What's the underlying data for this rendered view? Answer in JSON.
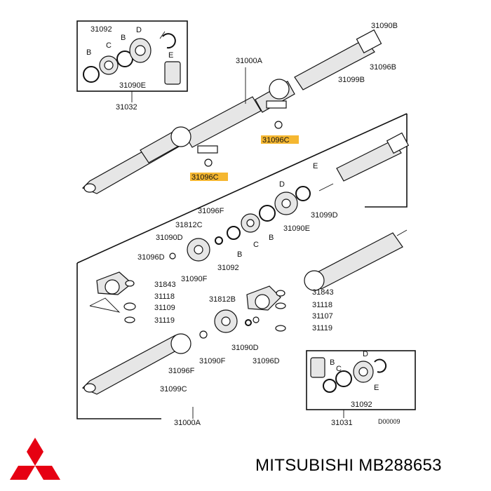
{
  "brand_color": "#e60012",
  "highlight_color": "#f5b731",
  "caption": "MITSUBISHI MB288653",
  "diagram_code": "D00009",
  "labels": {
    "p31092_tl": "31092",
    "p31090b_tr": "31090B",
    "p31096b": "31096B",
    "p31099b": "31099B",
    "p31000a_top": "31000A",
    "p31090e_tl": "31090E",
    "p31032": "31032",
    "p31096c_a": "31096C",
    "p31096c_b": "31096C",
    "p31096f_mid": "31096F",
    "p31812c": "31812C",
    "p31090d_mid": "31090D",
    "p31096d_mid": "31096D",
    "p31092_mid": "31092",
    "p31090f_mid": "31090F",
    "p31099d": "31099D",
    "p31090e_mid": "31090E",
    "p31843_l": "31843",
    "p31118_l": "31118",
    "p31109": "31109",
    "p31119_l": "31119",
    "p31812b": "31812B",
    "p31843_r": "31843",
    "p31118_r": "31118",
    "p31107": "31107",
    "p31119_r": "31119",
    "p31090d_low": "31090D",
    "p31090f_low": "31090F",
    "p31096d_low": "31096D",
    "p31096f_low": "31096F",
    "p31099c": "31099C",
    "p31000a_bot": "31000A",
    "p31031": "31031",
    "p31092_br": "31092"
  },
  "letters": {
    "tl_b1": "B",
    "tl_c": "C",
    "tl_b2": "B",
    "tl_d": "D",
    "tl_e": "E",
    "mid_e": "E",
    "mid_d": "D",
    "mid_c": "C",
    "mid_b1": "B",
    "mid_b2": "B",
    "br_b1": "B",
    "br_c": "C",
    "br_d": "D",
    "br_e": "E"
  }
}
